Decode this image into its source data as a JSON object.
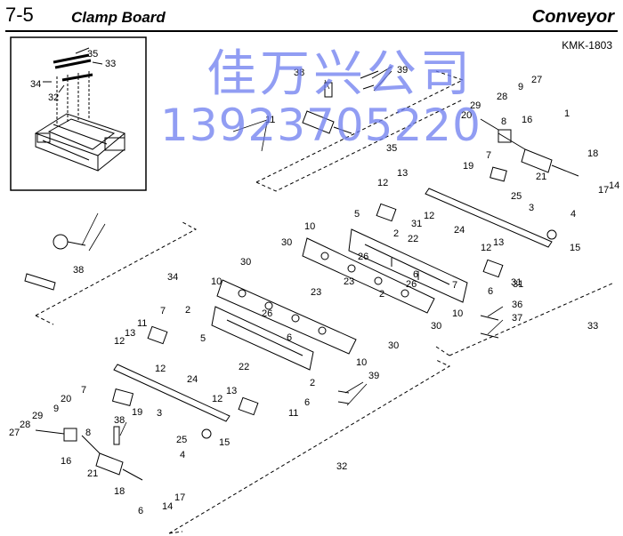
{
  "header": {
    "section_number": "7-5",
    "section_title": "Clamp Board",
    "category": "Conveyor",
    "model_code": "KMK-1803"
  },
  "watermark": {
    "line1": "佳万兴公司",
    "line2": "13923705220",
    "color": "#6d7df0"
  },
  "callouts": {
    "inset": [
      "35",
      "33",
      "34",
      "32"
    ],
    "main": [
      "38",
      "39",
      "27",
      "9",
      "28",
      "29",
      "20",
      "8",
      "16",
      "1",
      "11",
      "35",
      "7",
      "19",
      "21",
      "18",
      "14",
      "17",
      "13",
      "12",
      "25",
      "3",
      "4",
      "5",
      "31",
      "12",
      "10",
      "2",
      "22",
      "24",
      "30",
      "15",
      "26",
      "23",
      "6",
      "13",
      "12",
      "31",
      "6",
      "7",
      "26",
      "10",
      "30",
      "34",
      "38",
      "31",
      "2",
      "10",
      "26",
      "23",
      "30",
      "2",
      "22",
      "6",
      "10",
      "5",
      "13",
      "11",
      "12",
      "7",
      "2",
      "12",
      "30",
      "24",
      "33",
      "36",
      "37",
      "39",
      "7",
      "20",
      "9",
      "29",
      "28",
      "27",
      "19",
      "13",
      "12",
      "6",
      "11",
      "38",
      "3",
      "25",
      "4",
      "15",
      "8",
      "16",
      "21",
      "18",
      "17",
      "14",
      "6",
      "32"
    ]
  }
}
